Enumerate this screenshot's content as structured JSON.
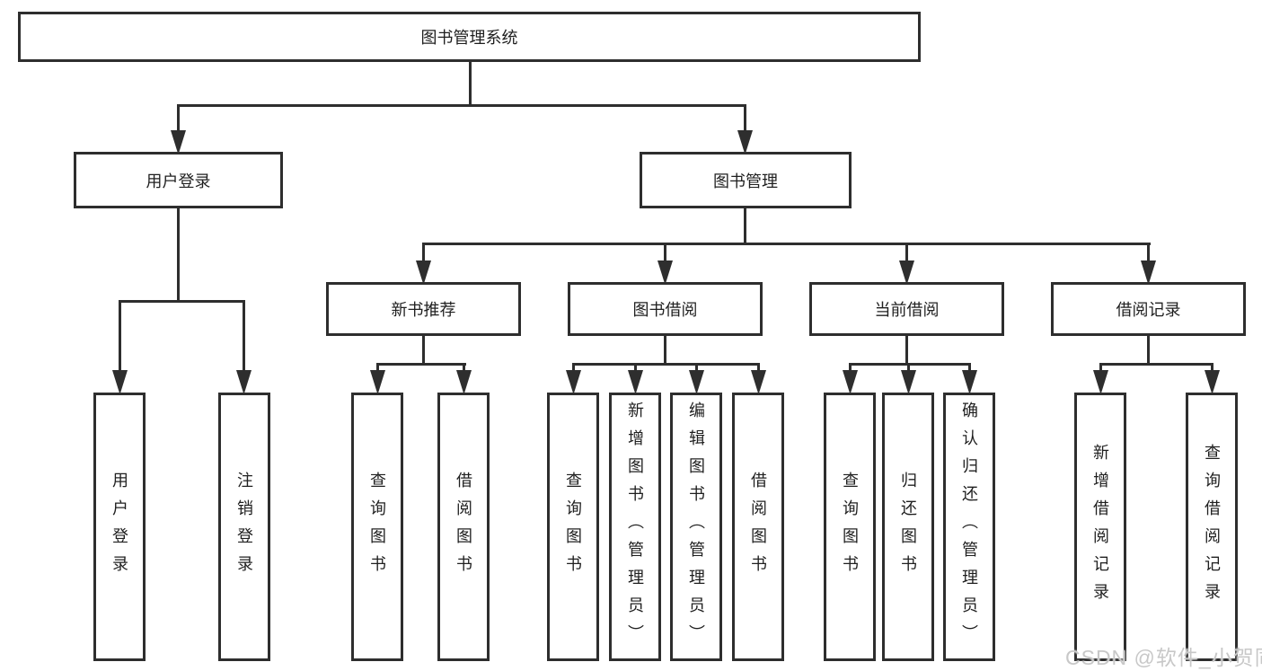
{
  "diagram_title": "图书管理系统",
  "tree": {
    "label": "图书管理系统",
    "children": [
      {
        "label": "用户登录",
        "children": [
          {
            "label": "用户登录"
          },
          {
            "label": "注销登录"
          }
        ]
      },
      {
        "label": "图书管理",
        "children": [
          {
            "label": "新书推荐",
            "children": [
              {
                "label": "查询图书"
              },
              {
                "label": "借阅图书"
              }
            ]
          },
          {
            "label": "图书借阅",
            "children": [
              {
                "label": "查询图书"
              },
              {
                "label": "新增图书（管理员）"
              },
              {
                "label": "编辑图书（管理员）"
              },
              {
                "label": "借阅图书"
              }
            ]
          },
          {
            "label": "当前借阅",
            "children": [
              {
                "label": "查询图书"
              },
              {
                "label": "归还图书"
              },
              {
                "label": "确认归还（管理员）"
              }
            ]
          },
          {
            "label": "借阅记录",
            "children": [
              {
                "label": "新增借阅记录"
              },
              {
                "label": "查询借阅记录"
              }
            ]
          }
        ]
      }
    ]
  },
  "watermark": "CSDN @软件_小贺同学",
  "colors": {
    "line": "#2e2e2e",
    "box_border": "#2e2e2e",
    "text": "#1f1f1f",
    "watermark_text": "#c8c8c8",
    "background": "#ffffff"
  }
}
